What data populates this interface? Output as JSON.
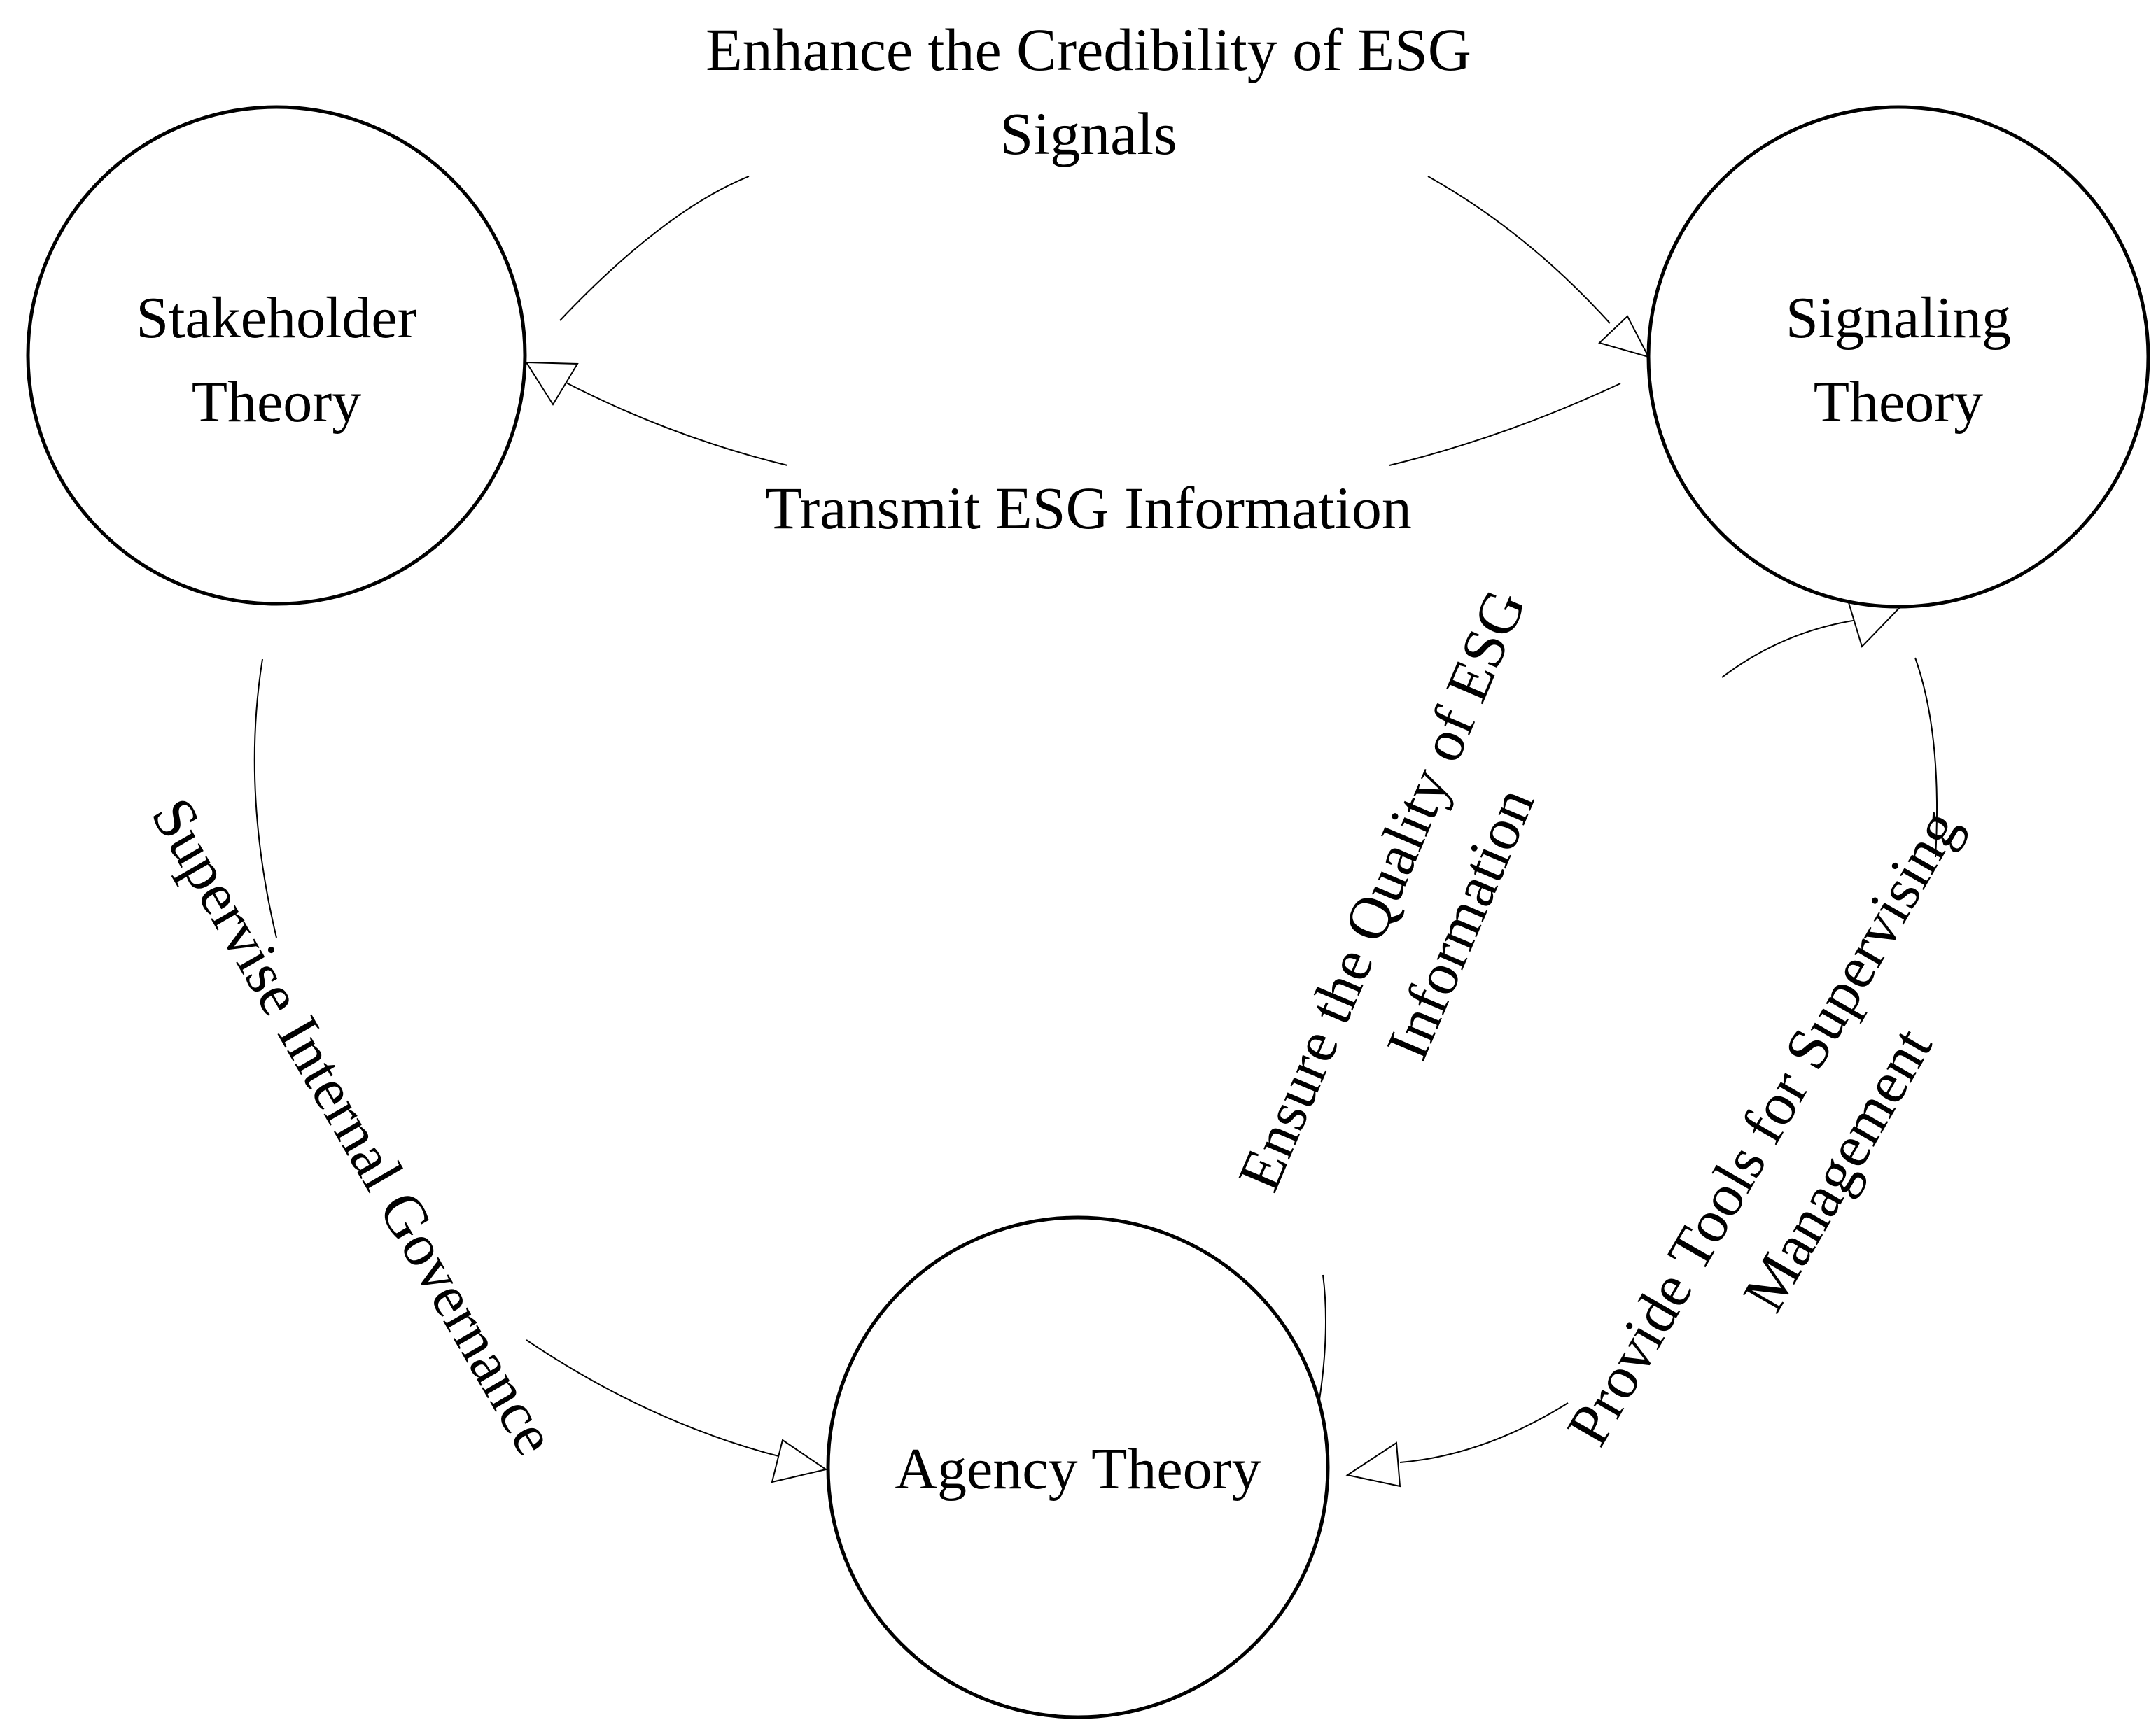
{
  "nodes": {
    "stakeholder": {
      "lines": [
        "Stakeholder",
        "Theory"
      ]
    },
    "signaling": {
      "lines": [
        "Signaling",
        "Theory"
      ]
    },
    "agency": {
      "lines": [
        "Agency Theory"
      ]
    }
  },
  "edges": {
    "enhance_credibility": {
      "lines": [
        "Enhance the Credibility of ESG",
        "Signals"
      ]
    },
    "transmit_info": {
      "lines": [
        "Transmit ESG Information"
      ]
    },
    "supervise_governance": {
      "lines": [
        "Supervise Internal Governance"
      ]
    },
    "ensure_quality": {
      "lines": [
        "Ensure the Quality of ESG",
        "Information"
      ]
    },
    "provide_tools": {
      "lines": [
        "Provide Tools for Supervising",
        "Management"
      ]
    }
  }
}
